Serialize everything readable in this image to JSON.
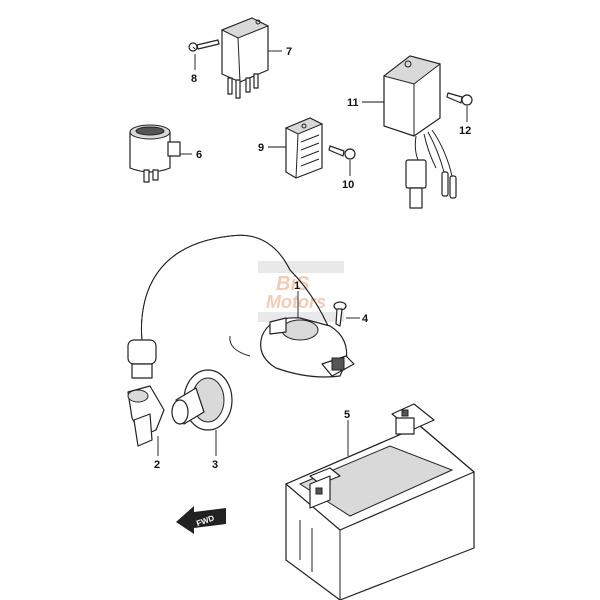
{
  "callouts": {
    "c1": "1",
    "c2": "2",
    "c3": "3",
    "c4": "4",
    "c5": "5",
    "c6": "6",
    "c7": "7",
    "c8": "8",
    "c9": "9",
    "c10": "10",
    "c11": "11",
    "c12": "12"
  },
  "direction": {
    "label": "FWD"
  },
  "watermark": {
    "line1": "BiS",
    "line2": "Motors"
  },
  "colors": {
    "stroke": "#222222",
    "shade": "#d9d9d9",
    "watermark": "#e8a27a"
  }
}
